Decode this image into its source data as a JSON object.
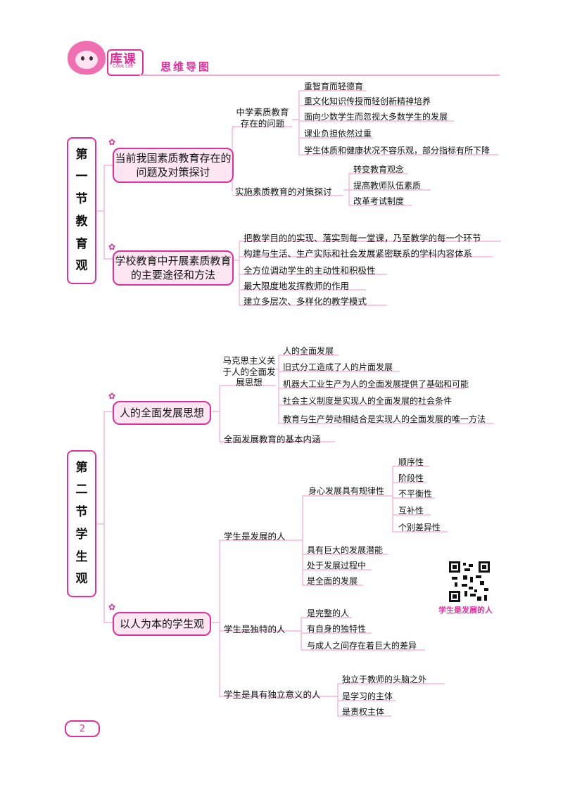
{
  "header": {
    "logo_text": "库课",
    "logo_sub": "Cook Life",
    "title": "思维导图"
  },
  "section1": {
    "label": [
      "第",
      "一",
      "节",
      "教",
      "育",
      "观"
    ],
    "topic1": {
      "title": "当前我国素质教育存在的问题及对策探讨",
      "branch_a": {
        "title": "中学素质教育存在的问题",
        "items": [
          "重智育而轻德育",
          "重文化知识传授而轻创新精神培养",
          "面向少数学生而忽视大多数学生的发展",
          "课业负担依然过重",
          "学生体质和健康状况不容乐观，部分指标有所下降"
        ]
      },
      "branch_b": {
        "title": "实施素质教育的对策探讨",
        "items": [
          "转变教育观念",
          "提高教师队伍素质",
          "改革考试制度"
        ]
      }
    },
    "topic2": {
      "title": "学校教育中开展素质教育的主要途径和方法",
      "items": [
        "把教学目的的实现、落实到每一堂课，乃至教学的每一个环节",
        "构建与生活、生产实际和社会发展紧密联系的学科内容体系",
        "全方位调动学生的主动性和积极性",
        "最大限度地发挥教师的作用",
        "建立多层次、多样化的教学模式"
      ]
    }
  },
  "section2": {
    "label": [
      "第",
      "二",
      "节",
      "学",
      "生",
      "观"
    ],
    "topic1": {
      "title": "人的全面发展思想",
      "branch_a": {
        "title": "马克思主义关于人的全面发展思想",
        "items": [
          "人的全面发展",
          "旧式分工造成了人的片面发展",
          "机器大工业生产为人的全面发展提供了基础和可能",
          "社会主义制度是实现人的全面发展的社会条件",
          "教育与生产劳动相结合是实现人的全面发展的唯一方法"
        ]
      },
      "branch_b": {
        "title": "全面发展教育的基本内涵"
      }
    },
    "topic2": {
      "title": "以人为本的学生观",
      "develop": {
        "title": "学生是发展的人",
        "law": {
          "title": "身心发展具有规律性",
          "items": [
            "顺序性",
            "阶段性",
            "不平衡性",
            "互补性",
            "个别差异性"
          ]
        },
        "items": [
          "具有巨大的发展潜能",
          "处于发展过程中",
          "是全面的发展"
        ]
      },
      "unique": {
        "title": "学生是独特的人",
        "items": [
          "是完整的人",
          "有自身的独特性",
          "与成人之间存在着巨大的差异"
        ]
      },
      "independent": {
        "title": "学生是具有独立意义的人",
        "items": [
          "独立于教师的头脑之外",
          "是学习的主体",
          "是责权主体"
        ]
      }
    }
  },
  "qr": {
    "caption": "学生是发展的人"
  },
  "page_number": "2",
  "colors": {
    "accent": "#e0319a",
    "topic_fill": "#fde6f2"
  }
}
